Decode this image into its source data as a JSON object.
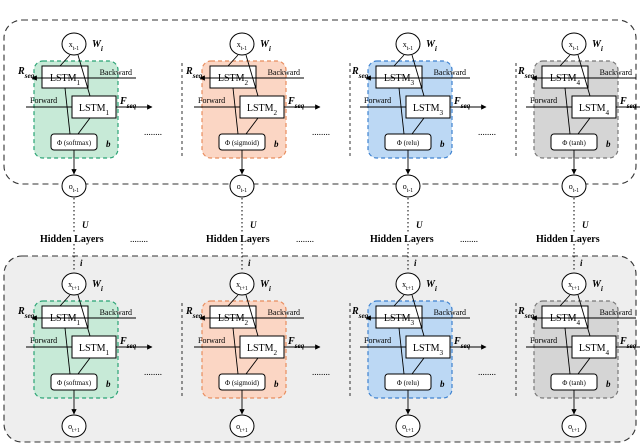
{
  "rows": [
    {
      "panel": "top",
      "cells": [
        {
          "input": "x",
          "input_sub": "t-1",
          "lstm_top": "LSTM",
          "lstm_top_sub": "1",
          "lstm_bot": "LSTM",
          "lstm_bot_sub": "1",
          "act": "Φ (softmax)",
          "output": "o",
          "output_sub": "t-1",
          "color": "#c7ead7",
          "border": "#2aa374"
        },
        {
          "input": "x",
          "input_sub": "t-1",
          "lstm_top": "LSTM",
          "lstm_top_sub": "2",
          "lstm_bot": "LSTM",
          "lstm_bot_sub": "2",
          "act": "Φ (sigmoid)",
          "output": "o",
          "output_sub": "t-1",
          "color": "#fbd6c4",
          "border": "#e88d5e"
        },
        {
          "input": "x",
          "input_sub": "t-1",
          "lstm_top": "LSTM",
          "lstm_top_sub": "3",
          "lstm_bot": "LSTM",
          "lstm_bot_sub": "3",
          "act": "Φ (relu)",
          "output": "o",
          "output_sub": "t-1",
          "color": "#bcd8f4",
          "border": "#3e82d0"
        },
        {
          "input": "x",
          "input_sub": "t-1",
          "lstm_top": "LSTM",
          "lstm_top_sub": "4",
          "lstm_bot": "LSTM",
          "lstm_bot_sub": "4",
          "act": "Φ (tanh)",
          "output": "o",
          "output_sub": "t-1",
          "color": "#d5d5d5",
          "border": "#777777"
        }
      ]
    },
    {
      "panel": "bottom",
      "cells": [
        {
          "input": "x",
          "input_sub": "t+1",
          "lstm_top": "LSTM",
          "lstm_top_sub": "1",
          "lstm_bot": "LSTM",
          "lstm_bot_sub": "1",
          "act": "Φ (softmax)",
          "output": "o",
          "output_sub": "t+1",
          "color": "#c7ead7",
          "border": "#2aa374"
        },
        {
          "input": "x",
          "input_sub": "t+1",
          "lstm_top": "LSTM",
          "lstm_top_sub": "2",
          "lstm_bot": "LSTM",
          "lstm_bot_sub": "2",
          "act": "Φ (sigmoid)",
          "output": "o",
          "output_sub": "t+1",
          "color": "#fbd6c4",
          "border": "#e88d5e"
        },
        {
          "input": "x",
          "input_sub": "t+1",
          "lstm_top": "LSTM",
          "lstm_top_sub": "3",
          "lstm_bot": "LSTM",
          "lstm_bot_sub": "3",
          "act": "Φ (relu)",
          "output": "o",
          "output_sub": "t+1",
          "color": "#bcd8f4",
          "border": "#3e82d0"
        },
        {
          "input": "x",
          "input_sub": "t+1",
          "lstm_top": "LSTM",
          "lstm_top_sub": "4",
          "lstm_bot": "LSTM",
          "lstm_bot_sub": "4",
          "act": "Φ (tanh)",
          "output": "o",
          "output_sub": "t+1",
          "color": "#d5d5d5",
          "border": "#777777"
        }
      ]
    }
  ],
  "labels": {
    "weight": "W",
    "weight_sub": "i",
    "bias": "b",
    "r_seq": "R",
    "f_seq": "F",
    "seq_sub": "seq",
    "backward": "Backward",
    "forward": "Forward",
    "dots": "........",
    "hidden_layers": "Hidden Layers",
    "u": "U",
    "i": "i"
  },
  "colors": {
    "panel_top_fill": "#ffffff",
    "panel_bottom_fill": "#eeeeee",
    "panel_border": "#333333"
  }
}
